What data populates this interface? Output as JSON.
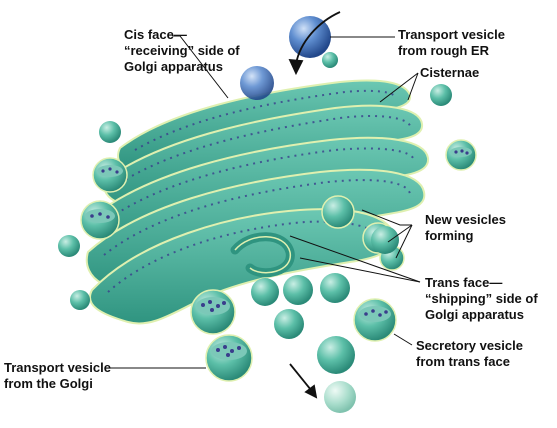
{
  "labels": {
    "cis_face": [
      "Cis face—",
      "“receiving” side of",
      "Golgi apparatus"
    ],
    "transport_er": [
      "Transport vesicle",
      "from rough ER"
    ],
    "cisternae": [
      "Cisternae"
    ],
    "new_vesicles": [
      "New vesicles",
      "forming"
    ],
    "trans_face": [
      "Trans face—",
      "“shipping” side of",
      "Golgi apparatus"
    ],
    "secretory": [
      "Secretory vesicle",
      "from trans face"
    ],
    "transport_golgi": [
      "Transport vesicle",
      "from the Golgi"
    ]
  },
  "colors": {
    "organelle": "#4fb7a3",
    "organelle_dark": "#2e8e7e",
    "membrane_highlight": "#dff0b0",
    "lumen": "#7cc8b8",
    "granule": "#3a3d8c",
    "vesicle_blue": "#3d6fb8",
    "leader_line": "#111111"
  }
}
